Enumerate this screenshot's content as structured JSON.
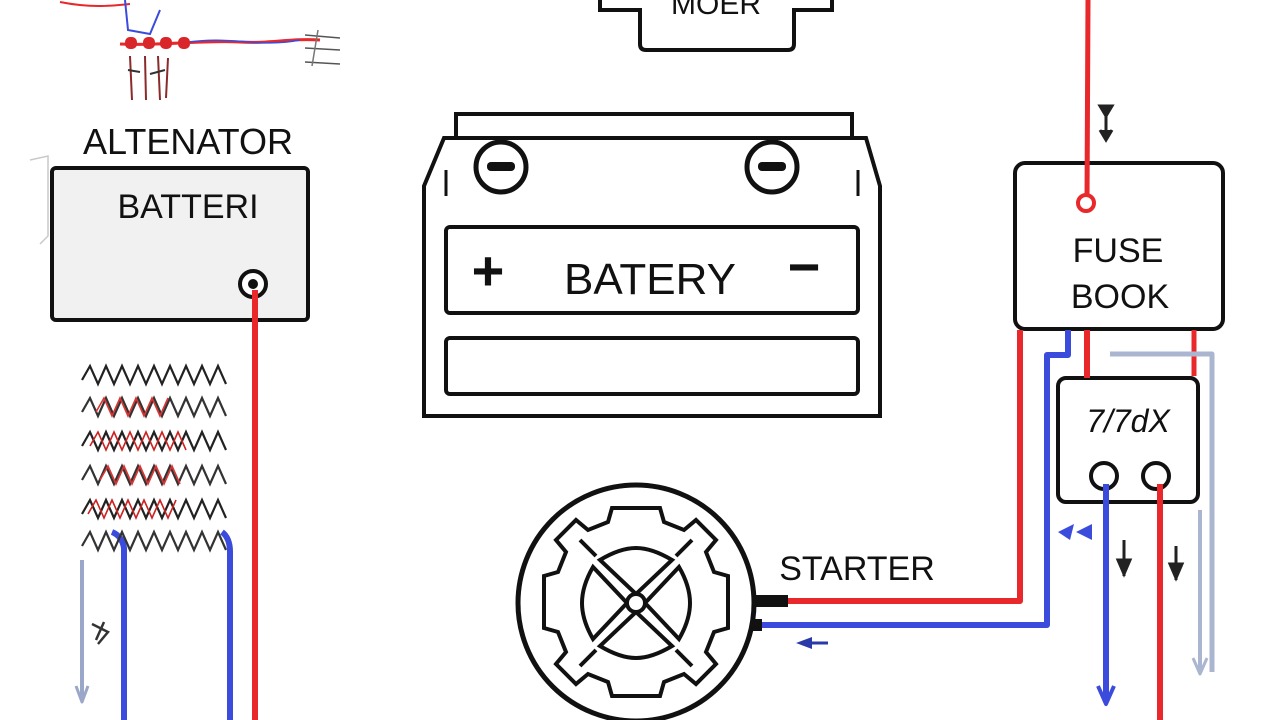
{
  "labels": {
    "top_component": "MOER",
    "alternator_title": "ALTENATOR",
    "alternator_box": "BATTERI",
    "battery_label": "BATERY",
    "battery_plus": "+",
    "battery_minus": "−",
    "fuse_line1": "FUSE",
    "fuse_line2": "BOOK",
    "relay_label": "7/7dX",
    "starter_label": "STARTER"
  },
  "colors": {
    "positive_wire": "#e8282b",
    "negative_wire": "#3b4bdc",
    "ground_wire": "#aab6cf",
    "outline": "#111111",
    "box_fill": "#f1f1f1"
  },
  "icons": [
    "terminal-icon",
    "starter-gear-icon",
    "arrow-icon"
  ]
}
